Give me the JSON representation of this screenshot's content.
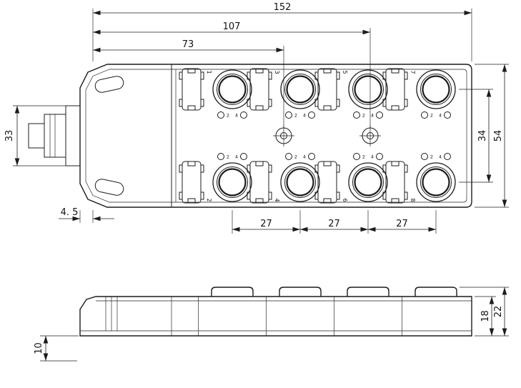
{
  "title": "8-port M12 distribution box dimensional drawing",
  "colors": {
    "background": "#ffffff",
    "line": "#1c1c1c"
  },
  "top_view": {
    "dim_total_width": "152",
    "dim_hole2_offset": "107",
    "dim_hole1_offset": "73",
    "dim_gland_height": "33",
    "dim_edge_offset": "4. 5",
    "dim_pitch": [
      "27",
      "27",
      "27"
    ],
    "dim_row_spacing": "34",
    "dim_body_height": "54",
    "port_numbers_top": [
      "1",
      "3",
      "5",
      "7"
    ],
    "port_numbers_bottom": [
      "2",
      "4",
      "6",
      "8"
    ],
    "indicator_pins": [
      "2",
      "4"
    ]
  },
  "side_view": {
    "dim_body_height": "18",
    "dim_total_height": "22",
    "dim_foot_height": "10"
  }
}
